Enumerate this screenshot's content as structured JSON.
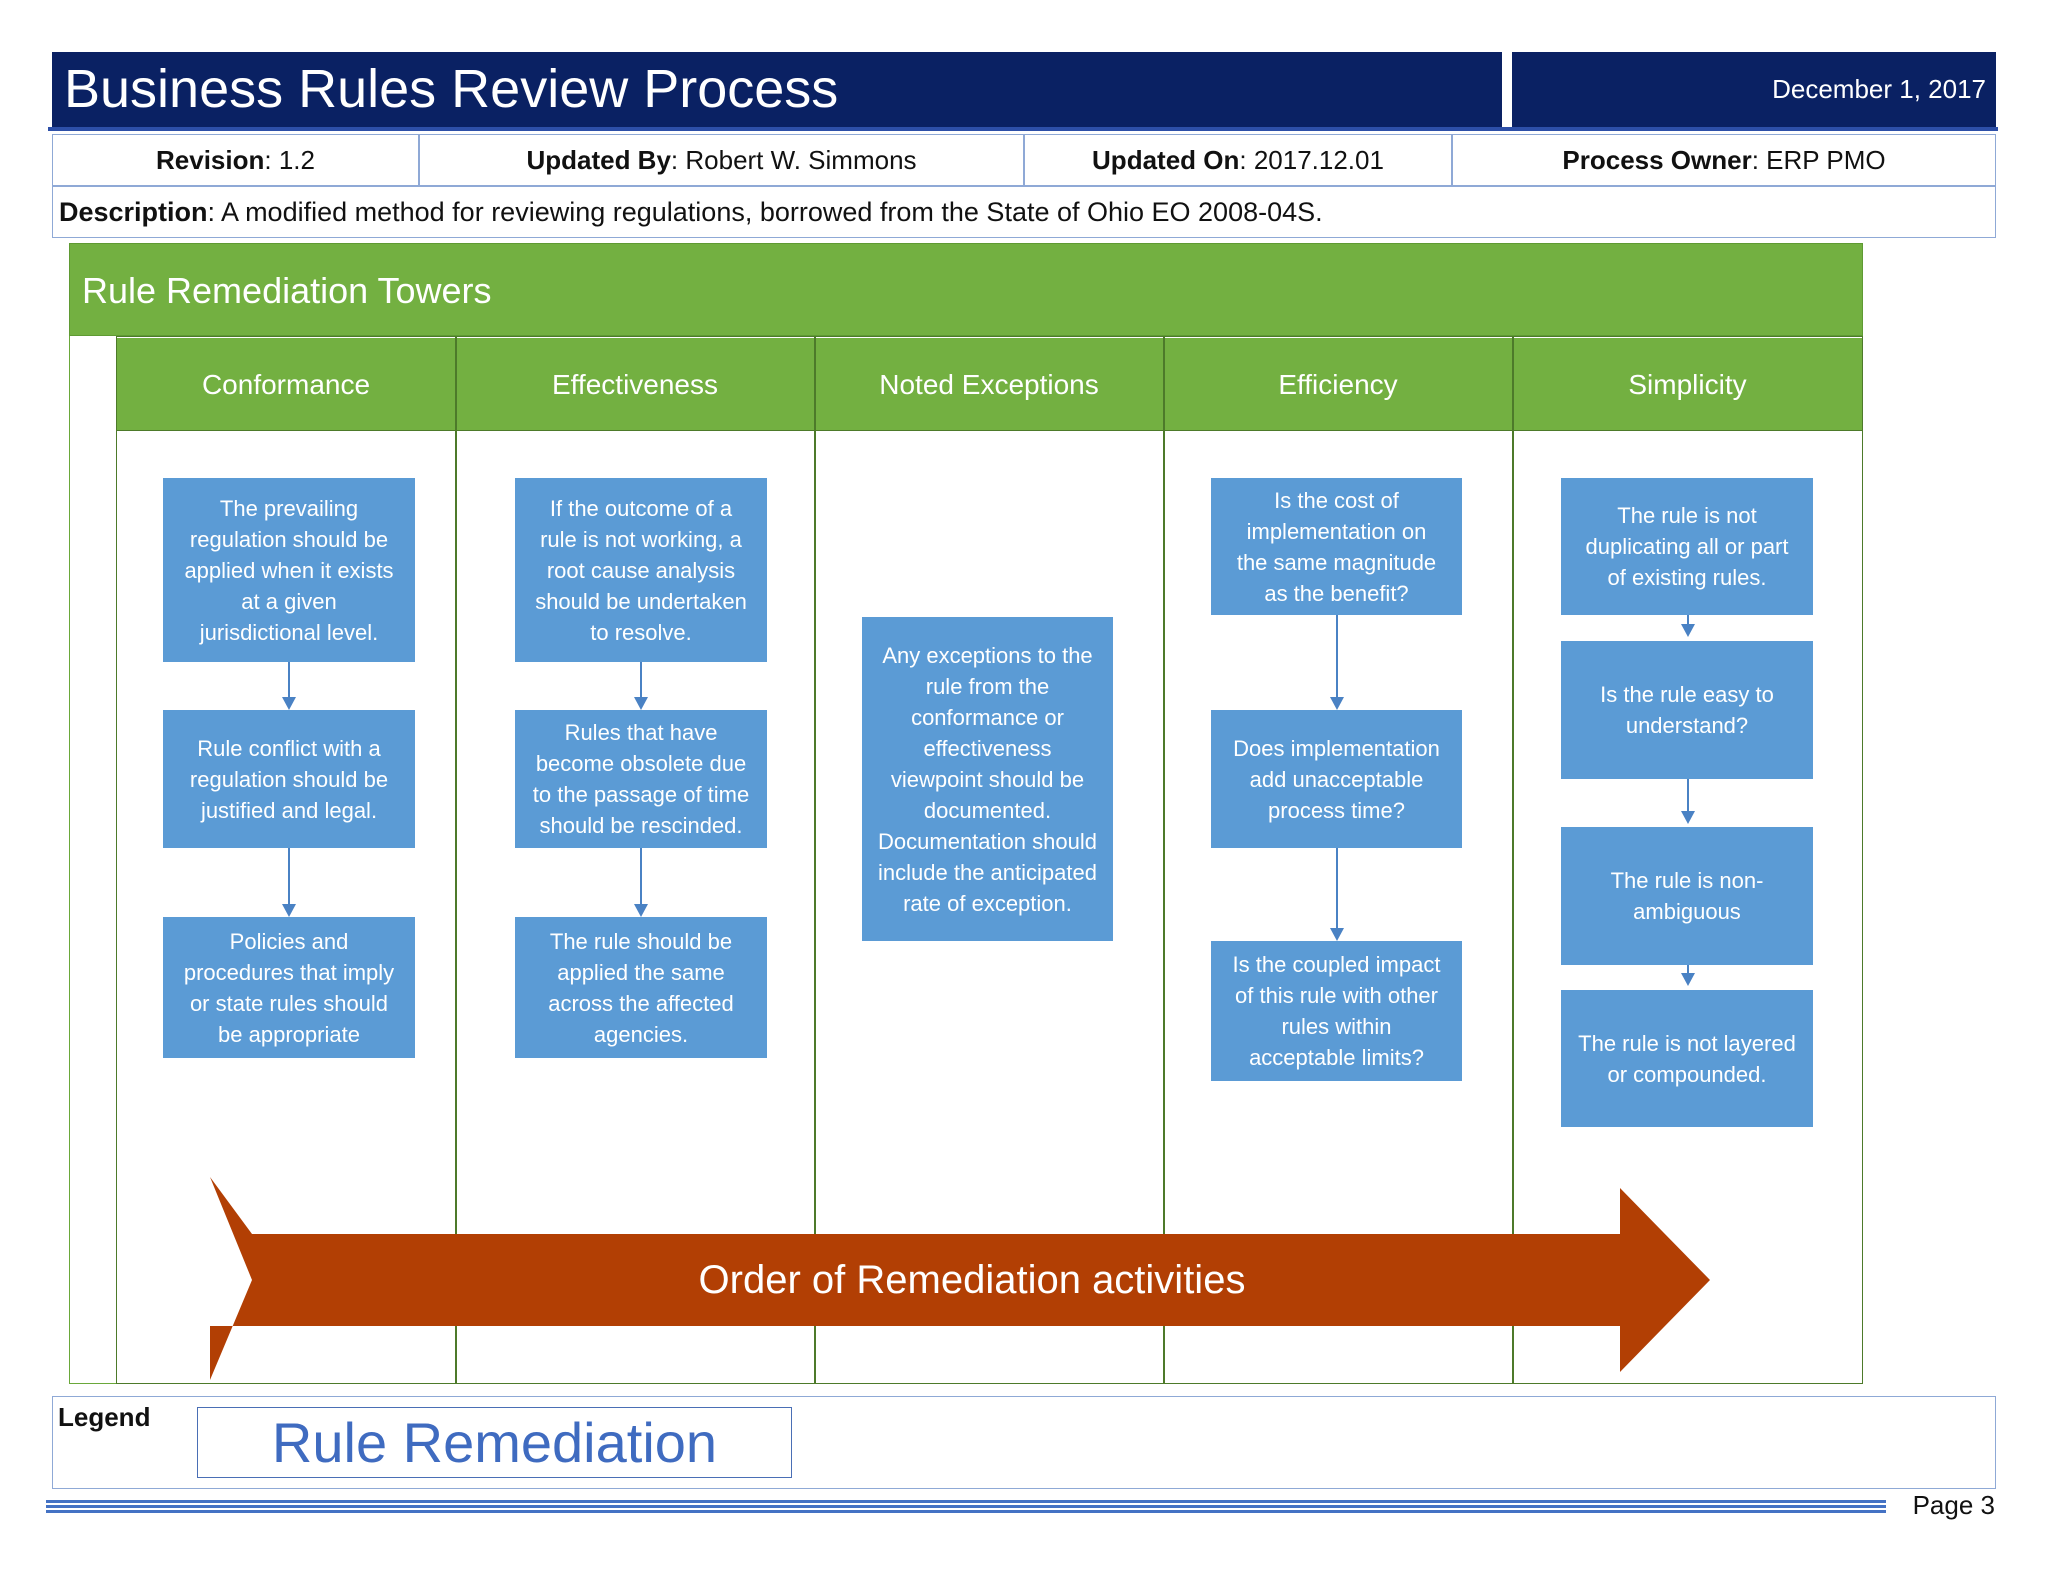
{
  "header": {
    "title": "Business Rules Review Process",
    "date": "December 1, 2017"
  },
  "info": {
    "revision_label": "Revision",
    "revision_value": ": 1.2",
    "updated_by_label": "Updated By",
    "updated_by_value": ": Robert W. Simmons",
    "updated_on_label": "Updated On",
    "updated_on_value": ": 2017.12.01",
    "process_owner_label": "Process Owner",
    "process_owner_value": ": ERP PMO",
    "description_label": "Description",
    "description_value": ": A modified method for reviewing regulations, borrowed from the State of Ohio EO 2008-04S."
  },
  "pool": {
    "title": "Rule Remediation Towers",
    "lanes": [
      "Conformance",
      "Effectiveness",
      "Noted Exceptions",
      "Efficiency",
      "Simplicity"
    ]
  },
  "steps": {
    "conformance": [
      [
        "The prevailing",
        "regulation should be",
        "applied when it exists",
        "at a given",
        "jurisdictional level."
      ],
      [
        "Rule conflict with a",
        "regulation should be",
        "justified and legal."
      ],
      [
        "Policies and",
        "procedures that imply",
        "or state rules should",
        "be appropriate"
      ]
    ],
    "effectiveness": [
      [
        "If the outcome of a",
        "rule is not working, a",
        "root cause analysis",
        "should be undertaken",
        "to resolve."
      ],
      [
        "Rules that have",
        "become obsolete due",
        "to the passage of time",
        "should be rescinded."
      ],
      [
        "The rule should be",
        "applied the same",
        "across the affected",
        "agencies."
      ]
    ],
    "noted_exceptions": [
      [
        "Any exceptions to the",
        "rule from the",
        "conformance or",
        "effectiveness",
        "viewpoint should be",
        "documented.",
        "Documentation should",
        "include the anticipated",
        "rate of exception."
      ]
    ],
    "efficiency": [
      [
        "Is the cost of",
        "implementation on",
        "the same magnitude",
        "as the benefit?"
      ],
      [
        "Does implementation",
        "add unacceptable",
        "process time?"
      ],
      [
        "Is the coupled impact",
        "of this rule with other",
        "rules within",
        "acceptable limits?"
      ]
    ],
    "simplicity": [
      [
        "The rule is not",
        "duplicating all or part",
        "of existing rules."
      ],
      [
        "Is the rule easy to",
        "understand?"
      ],
      [
        "The rule is non-",
        "ambiguous"
      ],
      [
        "The rule is not layered",
        "or compounded."
      ]
    ]
  },
  "big_arrow": {
    "label": "Order of Remediation activities",
    "color": "#b23f04"
  },
  "legend": {
    "label": "Legend",
    "item": "Rule Remediation"
  },
  "footer": {
    "page": "Page 3"
  },
  "colors": {
    "title_bar": "#0a2163",
    "lane_green": "#73b041",
    "process_blue": "#5b9bd5",
    "connector_blue": "#4a82c4"
  }
}
